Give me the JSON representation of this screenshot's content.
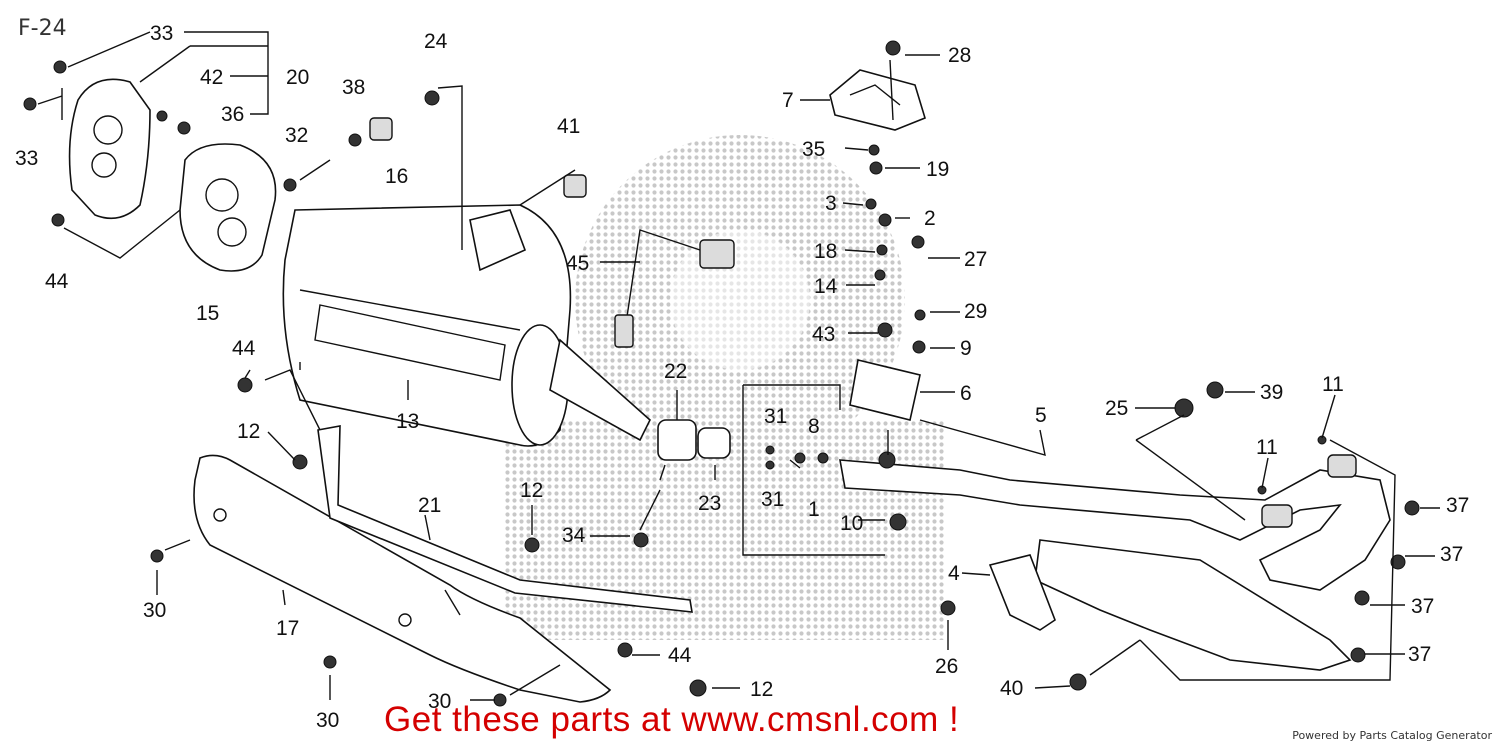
{
  "diagram": {
    "code": "F-24",
    "cta": "Get these parts at www.cmsnl.com !",
    "footer": "Powered by Parts Catalog Generator",
    "watermark_color": "#c8c8c8",
    "cta_color": "#d40000",
    "callouts": [
      "33",
      "42",
      "20",
      "36",
      "33",
      "44",
      "15",
      "24",
      "38",
      "32",
      "16",
      "41",
      "45",
      "28",
      "7",
      "35",
      "19",
      "3",
      "2",
      "18",
      "27",
      "14",
      "29",
      "43",
      "9",
      "6",
      "25",
      "39",
      "5",
      "11",
      "11",
      "13",
      "22",
      "31",
      "8",
      "31",
      "1",
      "23",
      "34",
      "10",
      "37",
      "37",
      "37",
      "37",
      "4",
      "26",
      "40",
      "12",
      "12",
      "12",
      "21",
      "30",
      "17",
      "30",
      "30",
      "44",
      "44"
    ]
  }
}
